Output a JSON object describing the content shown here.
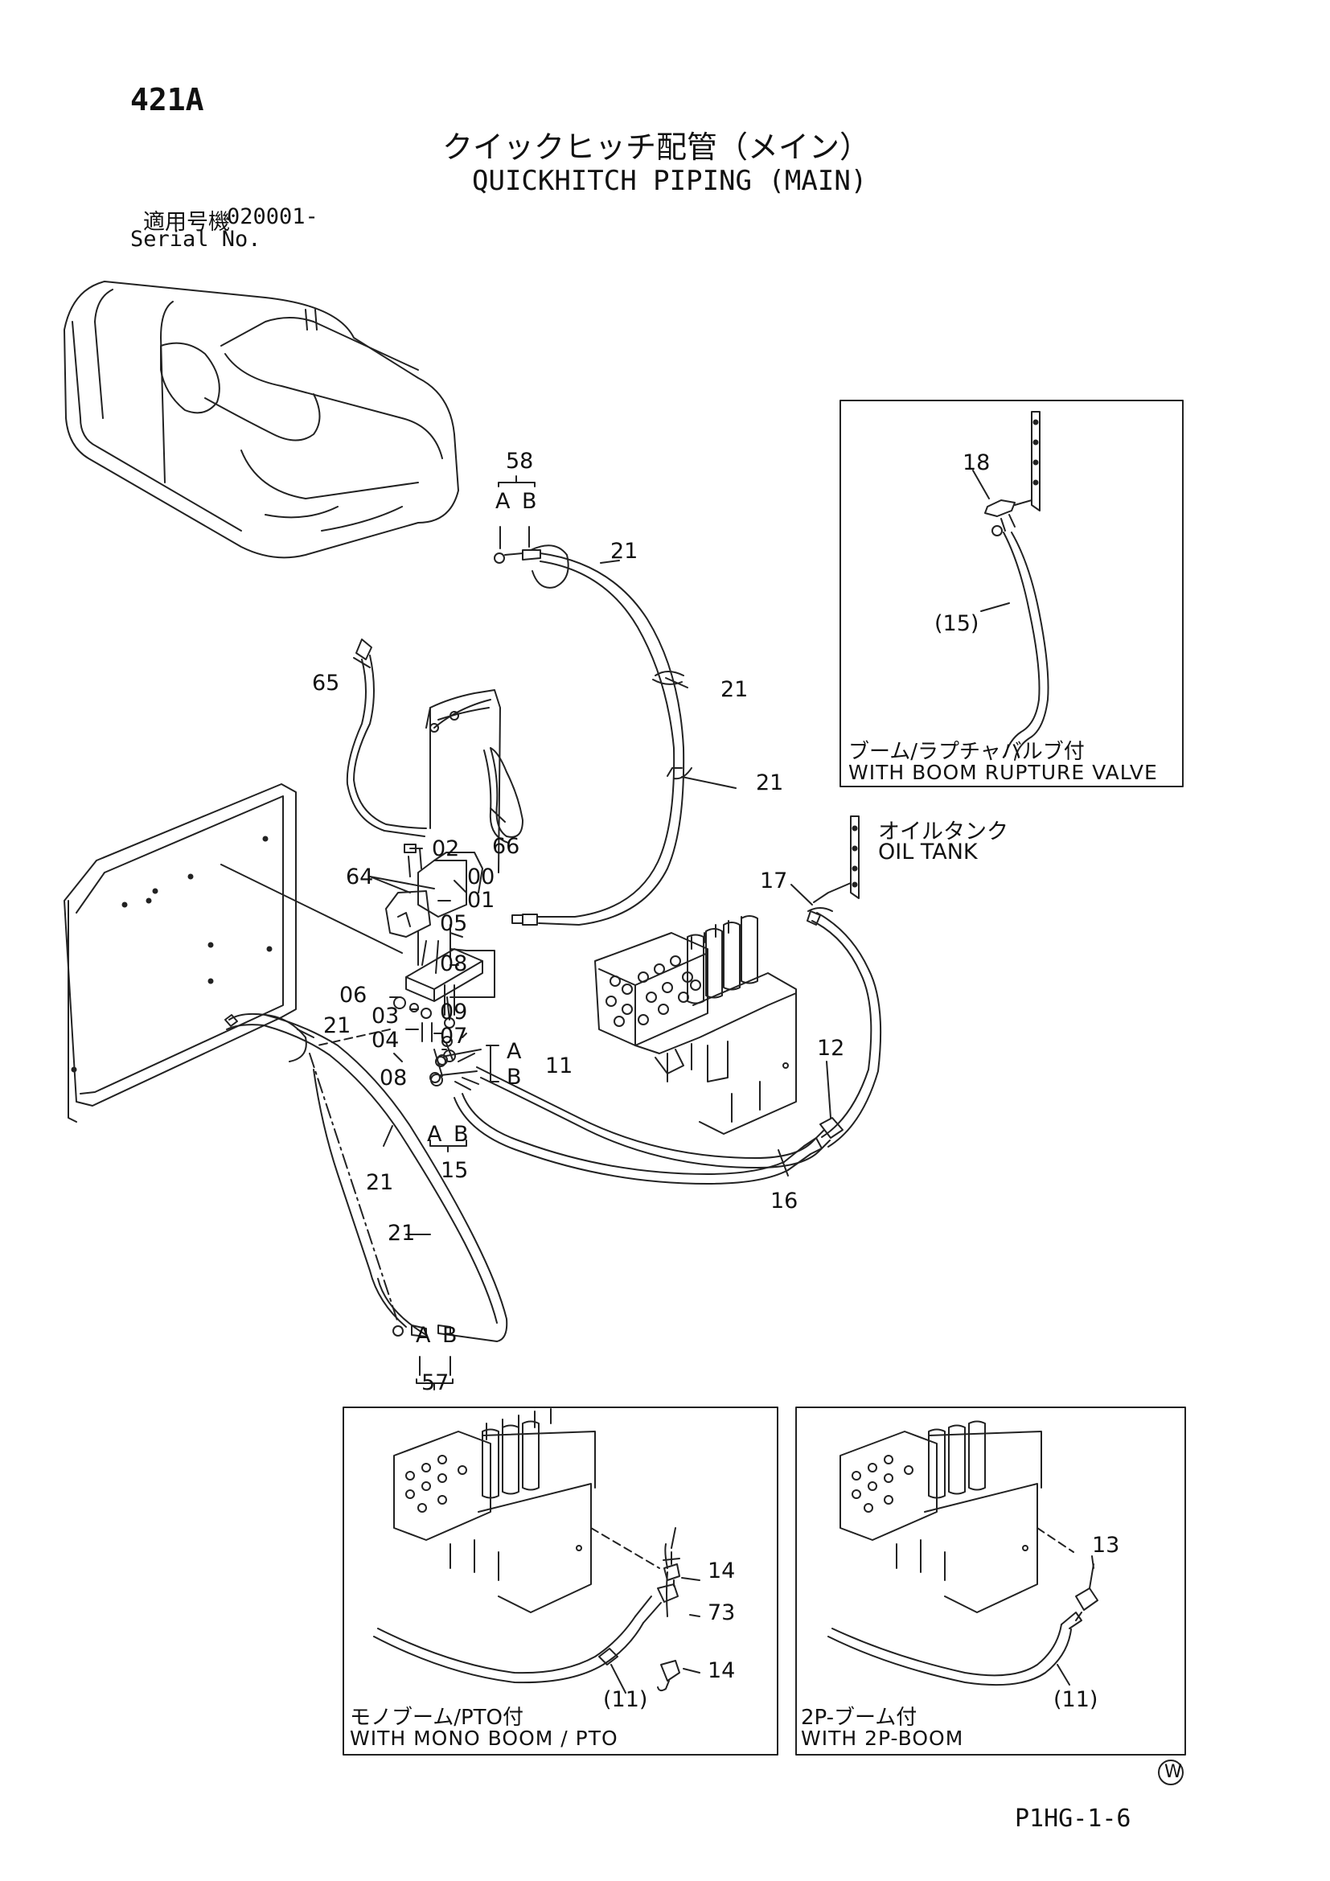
{
  "header": {
    "page_code": "421A",
    "title_jp": "クイックヒッチ配管（メイン）",
    "title_en": "QUICKHITCH PIPING (MAIN)",
    "serial_jp": "適用号機",
    "serial_value": "020001-",
    "serial_en": "Serial No."
  },
  "callouts": {
    "c58": "58",
    "c21a": "21",
    "c21b": "21",
    "c21c": "21",
    "c21d": "21",
    "c21e": "21",
    "c21f": "21",
    "c65": "65",
    "c66": "66",
    "c02": "02",
    "c64": "64",
    "c00": "00",
    "c01": "01",
    "c05": "05",
    "c08a": "08",
    "c06": "06",
    "c03": "03",
    "c09": "09",
    "c04": "04",
    "c07": "07",
    "c08b": "08",
    "c11": "11",
    "c15": "15",
    "c16": "16",
    "c12": "12",
    "c17": "17",
    "c57": "57",
    "c18": "18",
    "c15p": "(15)",
    "c14a": "14",
    "c73": "73",
    "c14b": "14",
    "c11p1": "(11)",
    "c13": "13",
    "c11p2": "(11)",
    "A1": "A",
    "B1": "B",
    "A2": "A",
    "B2": "B",
    "A3": "A",
    "B3": "B",
    "A4": "A",
    "B4": "B"
  },
  "oil_tank": {
    "jp": "オイルタンク",
    "en": "OIL TANK"
  },
  "insets": {
    "boom_rupture": {
      "jp": "ブーム/ラプチャバルブ付",
      "en": "WITH BOOM RUPTURE VALVE"
    },
    "mono_boom": {
      "jp": "モノブーム/PTO付",
      "en": "WITH MONO BOOM / PTO"
    },
    "two_piece": {
      "jp": "2P-ブーム付",
      "en": "WITH 2P-BOOM"
    }
  },
  "footer": {
    "w_mark": "W",
    "page_ref": "P1HG-1-6"
  }
}
